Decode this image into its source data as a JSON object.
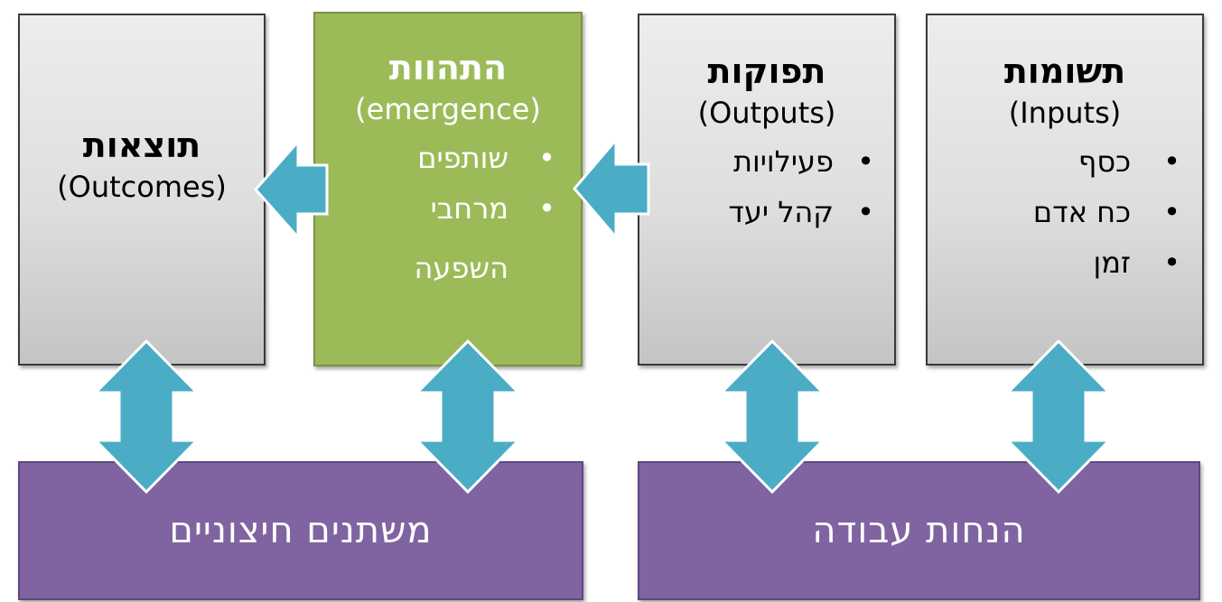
{
  "boxes": {
    "inputs": {
      "title": "תשומות",
      "subtitle": "(Inputs)",
      "items": [
        "כסף",
        "כח אדם",
        "זמן"
      ]
    },
    "outputs": {
      "title": "תפוקות",
      "subtitle": "(Outputs)",
      "items": [
        "פעילויות",
        "קהל יעד"
      ]
    },
    "emergence": {
      "title": "התהוות",
      "subtitle": "(emergence)",
      "items": [
        "שותפים",
        "מרחבי השפעה"
      ]
    },
    "outcomes": {
      "title": "תוצאות",
      "subtitle": "(Outcomes)"
    }
  },
  "bottom": {
    "work_assumptions": "הנחות עבודה",
    "external_variables": "משתנים חיצוניים"
  },
  "bullet": "•",
  "colors": {
    "arrow_fill": "#4bacc6",
    "arrow_stroke": "#ffffff",
    "green": "#9bbb59",
    "purple": "#8064a2",
    "gray_box": "#dedede"
  }
}
